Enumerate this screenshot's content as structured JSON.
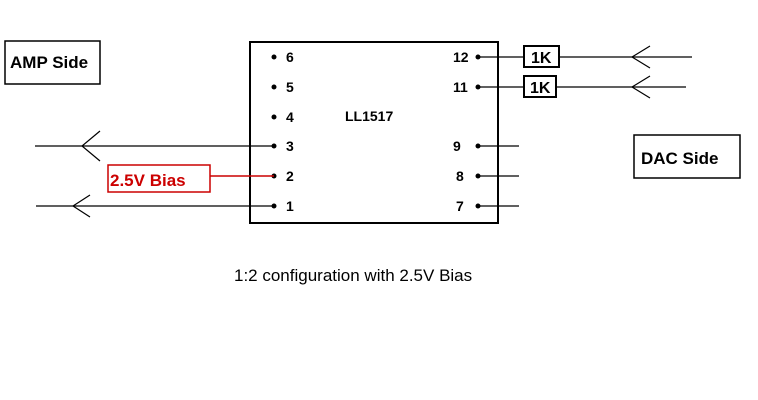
{
  "diagram": {
    "chip_label": "LL1517",
    "amp_side_label": "AMP Side",
    "dac_side_label": "DAC Side",
    "bias_label": "2.5V Bias",
    "caption": "1:2 configuration with 2.5V Bias",
    "left_pins": [
      "6",
      "5",
      "4",
      "3",
      "2",
      "1"
    ],
    "right_pins": [
      "12",
      "11",
      "9",
      "8",
      "7"
    ],
    "resistor_top_label": "1K",
    "resistor_bottom_label": "1K",
    "colors": {
      "line": "#000000",
      "bias": "#cc0000"
    }
  }
}
